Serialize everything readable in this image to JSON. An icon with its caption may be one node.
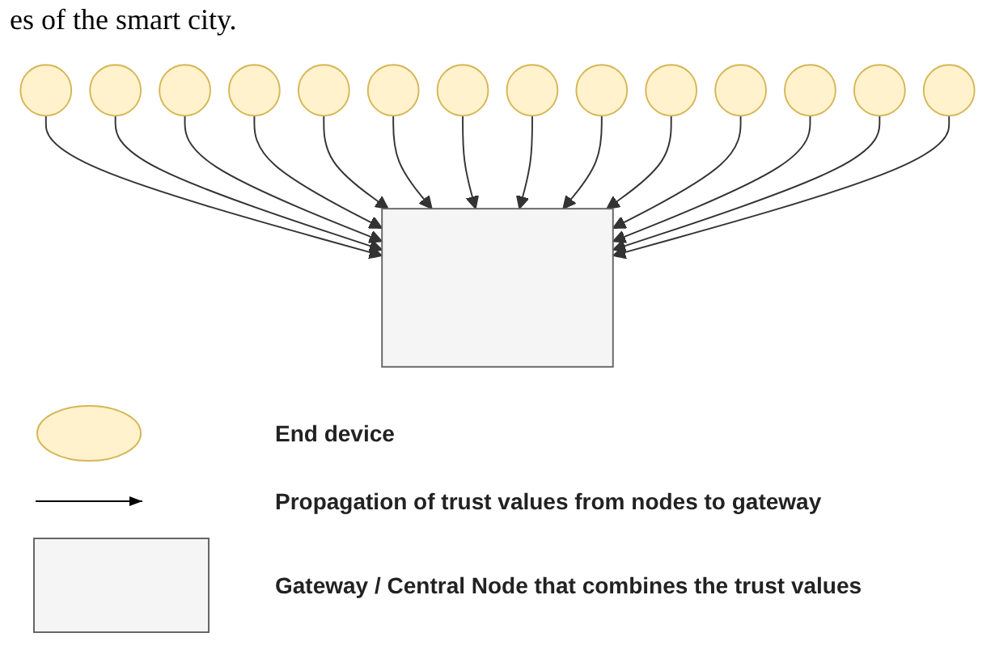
{
  "diagram": {
    "nodes": [
      {
        "text": [],
        "shape": "circle"
      },
      {
        "text": [],
        "shape": "circle"
      },
      {
        "text": [],
        "shape": "circle"
      },
      {
        "text": [],
        "shape": "circle"
      },
      {
        "text": [],
        "shape": "circle"
      },
      {
        "text": [],
        "shape": "box"
      },
      {
        "text": [],
        "shape": "circle"
      },
      {
        "text": [],
        "shape": "circle"
      },
      {
        "text": [],
        "shape": "circle"
      },
      {
        "text": [],
        "shape": "circle"
      },
      {
        "text": [],
        "shape": "circle"
      },
      {
        "text": [],
        "shape": "circle"
      },
      {
        "text": [],
        "shape": "circle"
      },
      {
        "text": [],
        "shape": "circle"
      },
      {
        "text": [],
        "shape": "circle"
      }
    ],
    "edges": [
      {
        "from": 0,
        "to": 5,
        "arrow": "to"
      },
      {
        "from": 1,
        "to": 5,
        "arrow": "to"
      },
      {
        "from": 2,
        "to": 5,
        "arrow": "to"
      },
      {
        "from": 3,
        "to": 5,
        "arrow": "to"
      },
      {
        "from": 4,
        "to": 5,
        "arrow": "to"
      },
      {
        "from": 6,
        "to": 5,
        "arrow": "to"
      },
      {
        "from": 7,
        "to": 5,
        "arrow": "to"
      },
      {
        "from": 8,
        "to": 5,
        "arrow": "to"
      },
      {
        "from": 9,
        "to": 5,
        "arrow": "to"
      },
      {
        "from": 10,
        "to": 5,
        "arrow": "to"
      },
      {
        "from": 11,
        "to": 5,
        "arrow": "to"
      },
      {
        "from": 12,
        "to": 5,
        "arrow": "to"
      },
      {
        "from": 13,
        "to": 5,
        "arrow": "to"
      },
      {
        "from": 14,
        "to": 5,
        "arrow": "to"
      }
    ],
    "labels": [
      "es of the smart city."
    ],
    "legend": [
      {
        "text": "End device"
      },
      {
        "text": "Propagation of trust values from nodes to gateway"
      },
      {
        "text": "Gateway / Central Node that combines the trust values"
      }
    ]
  }
}
